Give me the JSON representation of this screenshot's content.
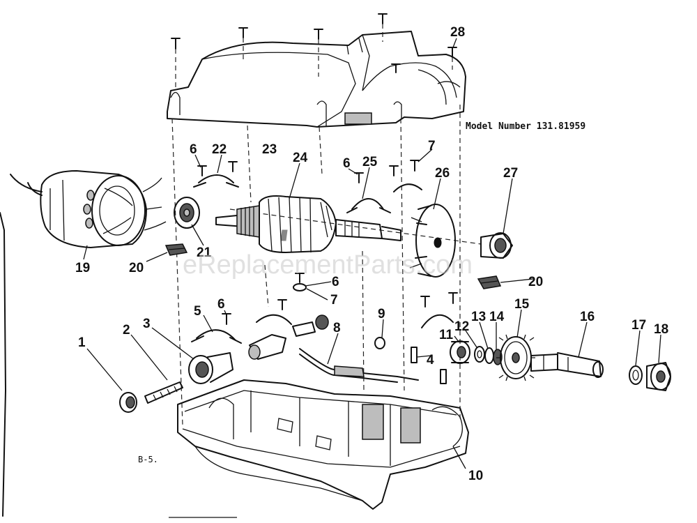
{
  "model_label": "Model Number 131.81959",
  "page_code": "B-5.",
  "watermark": "eReplacementParts.com",
  "callouts": [
    "1",
    "2",
    "3",
    "4",
    "5",
    "6",
    "6",
    "6",
    "6",
    "7",
    "7",
    "8",
    "9",
    "10",
    "11",
    "12",
    "13",
    "14",
    "15",
    "16",
    "17",
    "18",
    "19",
    "20",
    "20",
    "21",
    "22",
    "23",
    "24",
    "25",
    "26",
    "27",
    "28"
  ]
}
